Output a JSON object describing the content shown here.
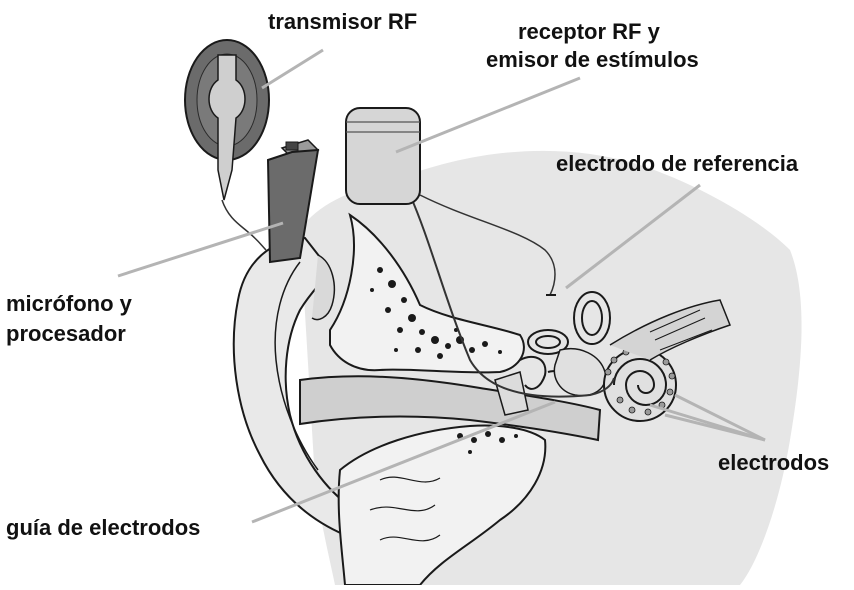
{
  "labels": {
    "transmisor": "transmisor RF",
    "receptor_line1": "receptor RF y",
    "receptor_line2": "emisor de estímulos",
    "electrodo_referencia": "electrodo de referencia",
    "microfono_line1": "micrófono y",
    "microfono_line2": "procesador",
    "electrodos": "electrodos",
    "guia": "guía de electrodos"
  },
  "colors": {
    "background": "#ffffff",
    "skin": "#e6e6e6",
    "canal": "#cfcfcf",
    "device_dark": "#6b6b6b",
    "device_light": "#d6d6d6",
    "leader": "#b4b4b4",
    "outline": "#1a1a1a"
  }
}
